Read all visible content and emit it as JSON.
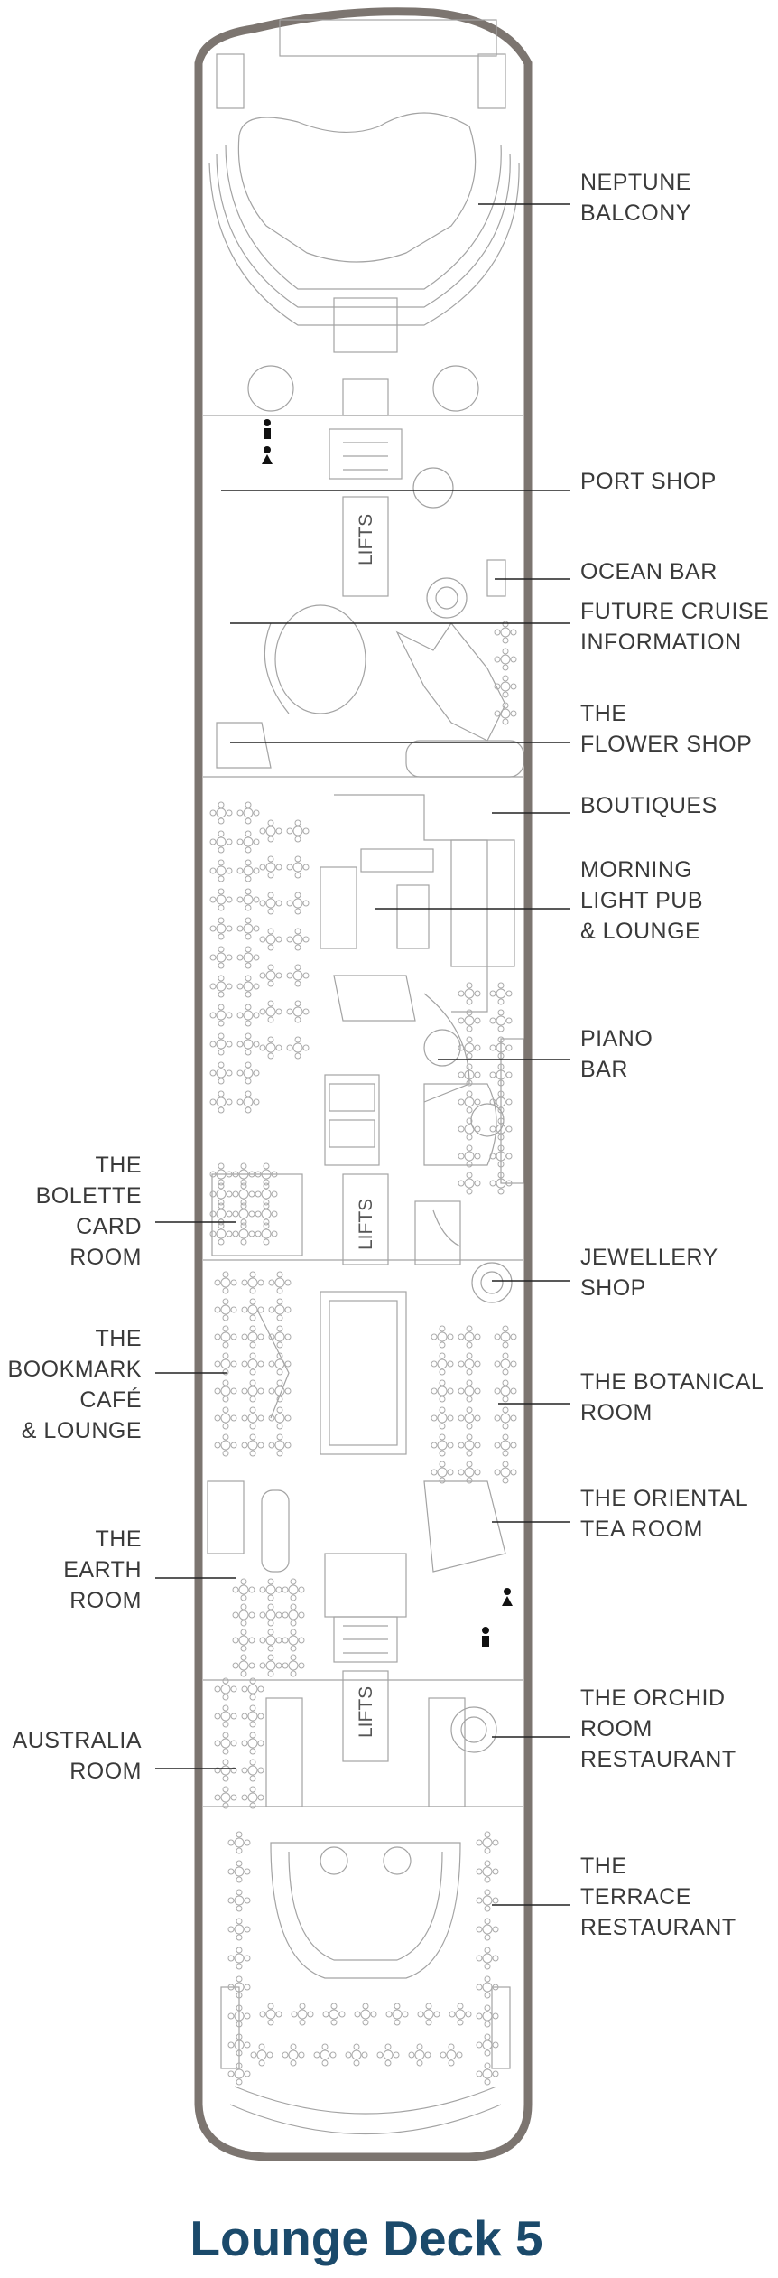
{
  "deck_title": "Lounge Deck 5",
  "colors": {
    "hull": "#7c7570",
    "line": "#9a9a9a",
    "text": "#3a3a3a",
    "title": "#1b4a6b"
  },
  "lifts_label": "LIFTS",
  "venues_right": [
    {
      "id": "neptune-balcony",
      "lines": [
        "NEPTUNE",
        "BALCONY"
      ]
    },
    {
      "id": "port-shop",
      "lines": [
        "PORT SHOP"
      ]
    },
    {
      "id": "ocean-bar",
      "lines": [
        "OCEAN BAR"
      ]
    },
    {
      "id": "future-cruise-information",
      "lines": [
        "FUTURE CRUISE",
        "INFORMATION"
      ]
    },
    {
      "id": "the-flower-shop",
      "lines": [
        "THE",
        "FLOWER SHOP"
      ]
    },
    {
      "id": "boutiques",
      "lines": [
        "BOUTIQUES"
      ]
    },
    {
      "id": "morning-light-pub",
      "lines": [
        "MORNING",
        "LIGHT PUB",
        "& LOUNGE"
      ]
    },
    {
      "id": "piano-bar",
      "lines": [
        "PIANO",
        "BAR"
      ]
    },
    {
      "id": "jewellery-shop",
      "lines": [
        "JEWELLERY",
        "SHOP"
      ]
    },
    {
      "id": "the-botanical-room",
      "lines": [
        "THE BOTANICAL",
        "ROOM"
      ]
    },
    {
      "id": "the-oriental-tea-room",
      "lines": [
        "THE ORIENTAL",
        "TEA ROOM"
      ]
    },
    {
      "id": "the-orchid-room",
      "lines": [
        "THE ORCHID",
        "ROOM",
        "RESTAURANT"
      ]
    },
    {
      "id": "the-terrace-restaurant",
      "lines": [
        "THE",
        "TERRACE",
        "RESTAURANT"
      ]
    }
  ],
  "venues_left": [
    {
      "id": "the-bolette-card-room",
      "lines": [
        "THE",
        "BOLETTE",
        "CARD",
        "ROOM"
      ]
    },
    {
      "id": "the-bookmark-cafe",
      "lines": [
        "THE",
        "BOOKMARK",
        "CAFÉ",
        "& LOUNGE"
      ]
    },
    {
      "id": "the-earth-room",
      "lines": [
        "THE",
        "EARTH",
        "ROOM"
      ]
    },
    {
      "id": "australia-room",
      "lines": [
        "AUSTRALIA",
        "ROOM"
      ]
    }
  ]
}
